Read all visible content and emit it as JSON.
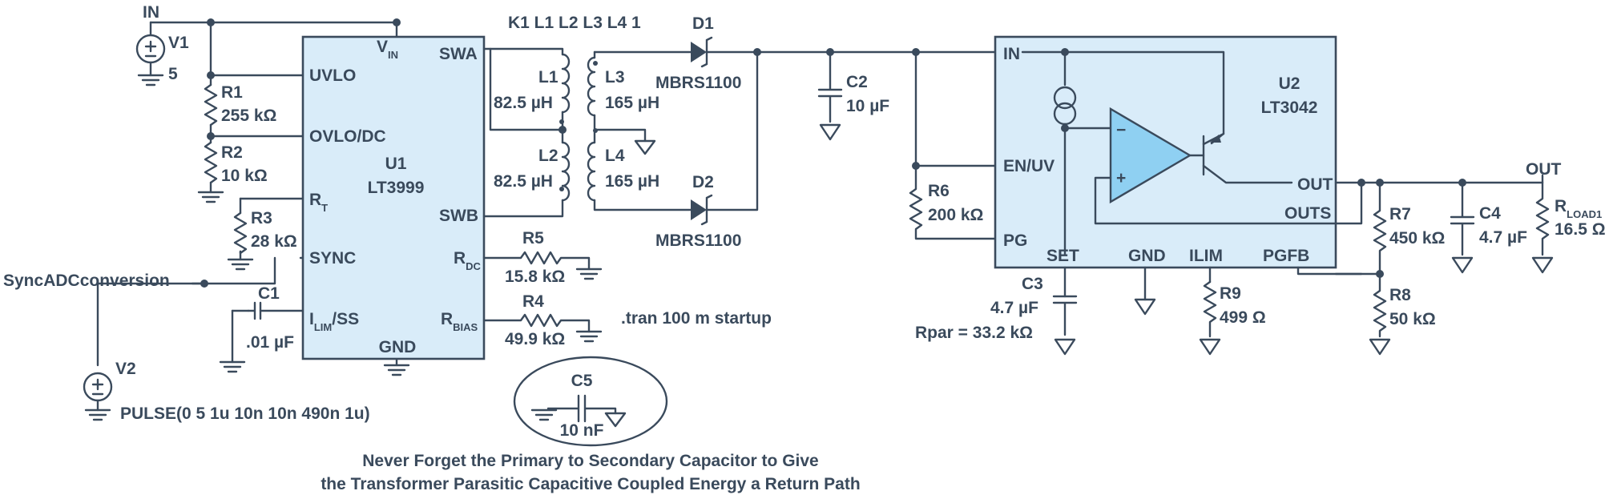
{
  "nets": {
    "in": "IN",
    "out": "OUT",
    "sync": "SyncADCconversion"
  },
  "v1": {
    "ref": "V1",
    "value": "5"
  },
  "v2": {
    "ref": "V2",
    "value": "PULSE(0 5 1u 10n 10n 490n 1u)"
  },
  "r1": {
    "ref": "R1",
    "value": "255 kΩ"
  },
  "r2": {
    "ref": "R2",
    "value": "10 kΩ"
  },
  "r3": {
    "ref": "R3",
    "value": "28 kΩ"
  },
  "c1": {
    "ref": "C1",
    "value": ".01 µF"
  },
  "u1": {
    "ref": "U1",
    "part": "LT3999",
    "pins": {
      "vin": "V",
      "vin_sub": "IN",
      "uvlo": "UVLO",
      "ovlo": "OVLO/DC",
      "rt": "R",
      "rt_sub": "T",
      "sync": "SYNC",
      "ilim": "I",
      "ilim_sub": "LIM",
      "ilim_tail": "/SS",
      "gnd": "GND",
      "swa": "SWA",
      "swb": "SWB",
      "rdc": "R",
      "rdc_sub": "DC",
      "rbias": "R",
      "rbias_sub": "BIAS"
    }
  },
  "r5": {
    "ref": "R5",
    "value": "15.8 kΩ"
  },
  "r4": {
    "ref": "R4",
    "value": "49.9 kΩ"
  },
  "directive": ".tran 100 m startup",
  "coupling": "K1 L1 L2 L3 L4 1",
  "l1": {
    "ref": "L1",
    "value": "82.5 µH"
  },
  "l2": {
    "ref": "L2",
    "value": "82.5 µH"
  },
  "l3": {
    "ref": "L3",
    "value": "165 µH"
  },
  "l4": {
    "ref": "L4",
    "value": "165 µH"
  },
  "d1": {
    "ref": "D1",
    "part": "MBRS1100"
  },
  "d2": {
    "ref": "D2",
    "part": "MBRS1100"
  },
  "c2": {
    "ref": "C2",
    "value": "10 µF"
  },
  "c5": {
    "ref": "C5",
    "value": "10 nF"
  },
  "note": {
    "line1": "Never Forget the Primary to Secondary Capacitor to Give",
    "line2": "the Transformer Parasitic Capacitive Coupled Energy a Return Path"
  },
  "r6": {
    "ref": "R6",
    "value": "200 kΩ"
  },
  "u2": {
    "ref": "U2",
    "part": "LT3042",
    "pins": {
      "in": "IN",
      "en": "EN/UV",
      "pg": "PG",
      "set": "SET",
      "gnd": "GND",
      "ilim": "ILIM",
      "pgfb": "PGFB",
      "out": "OUT",
      "outs": "OUTS"
    },
    "amp": {
      "minus": "−",
      "plus": "+"
    }
  },
  "c3": {
    "ref": "C3",
    "value": "4.7 µF",
    "note": "Rpar = 33.2 kΩ"
  },
  "r9": {
    "ref": "R9",
    "value": "499 Ω"
  },
  "r7": {
    "ref": "R7",
    "value": "450 kΩ"
  },
  "r8": {
    "ref": "R8",
    "value": "50 kΩ"
  },
  "c4": {
    "ref": "C4",
    "value": "4.7 µF"
  },
  "rload": {
    "ref": "R",
    "ref_sub": "LOAD1",
    "value": "16.5 Ω"
  },
  "colors": {
    "wire": "#3a4a5c",
    "box_fill": "#d9ecf9",
    "amp_fill": "#8fd0f2"
  }
}
